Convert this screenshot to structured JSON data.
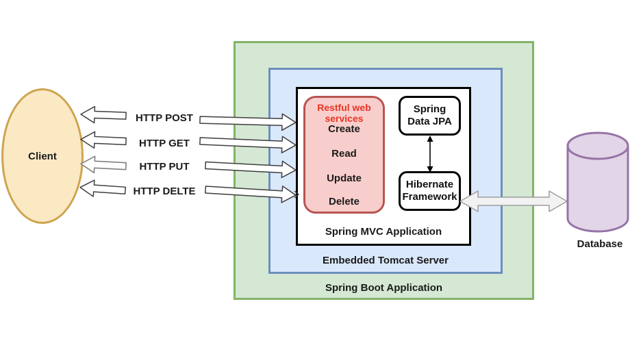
{
  "client": {
    "label": "Client"
  },
  "http": {
    "rows": [
      {
        "label": "HTTP POST"
      },
      {
        "label": "HTTP GET"
      },
      {
        "label": "HTTP PUT"
      },
      {
        "label": "HTTP DELTE"
      }
    ]
  },
  "rest": {
    "title": "Restful web services",
    "items": [
      "Create",
      "Read",
      "Update",
      "Delete"
    ]
  },
  "components": {
    "jpa": "Spring Data JPA",
    "hibernate": "Hibernate Framework"
  },
  "containers": {
    "mvc": "Spring MVC Application",
    "tomcat": "Embedded Tomcat Server",
    "boot": "Spring Boot Application"
  },
  "database": {
    "label": "Database"
  },
  "colors": {
    "client_fill": "#FBE9C4",
    "client_stroke": "#CDA44F",
    "boot_fill": "#D5E8D4",
    "boot_stroke": "#82B366",
    "tomcat_fill": "#DAE8FC",
    "tomcat_stroke": "#6C8EBF",
    "rest_fill": "#F8CECC",
    "rest_stroke": "#B85450",
    "rest_title_color": "#EA3323",
    "database_fill": "#E1D5E7",
    "database_stroke": "#9673A6",
    "big_arrow_fill": "#F2F2F2",
    "big_arrow_stroke": "#9E9E9E"
  }
}
